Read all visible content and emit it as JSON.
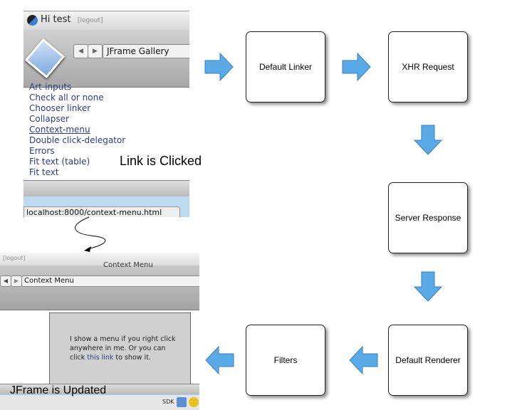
{
  "top_screenshot": {
    "greeting": "Hi test",
    "logout": "[logout]",
    "location": "JFrame Gallery",
    "links": [
      "Art-inputs",
      "Check all or none",
      "Chooser linker",
      "Collapser",
      "Context-menu",
      "Double click-delegator",
      "Errors",
      "Fit text (table)",
      "Fit text"
    ],
    "active_link_index": 4,
    "status_url": "localhost:8000/context-menu.html"
  },
  "caption_clicked": "Link is Clicked",
  "bottom_screenshot": {
    "logout": "[logout]",
    "window_title": "Context Menu",
    "location": "Context Menu",
    "content_text_before": "I show a menu if you right click anywhere in me. Or you can click ",
    "content_link": "this link",
    "content_text_after": " to show it.",
    "dock_label": "SDK"
  },
  "caption_updated": "JFrame is Updated",
  "flow": {
    "steps": [
      "Default Linker",
      "XHR Request",
      "Server Response",
      "Default Renderer",
      "Filters"
    ]
  },
  "colors": {
    "arrow_fill": "#5aaae8",
    "arrow_stroke": "#3a7fc0",
    "link": "#2d3c86"
  }
}
